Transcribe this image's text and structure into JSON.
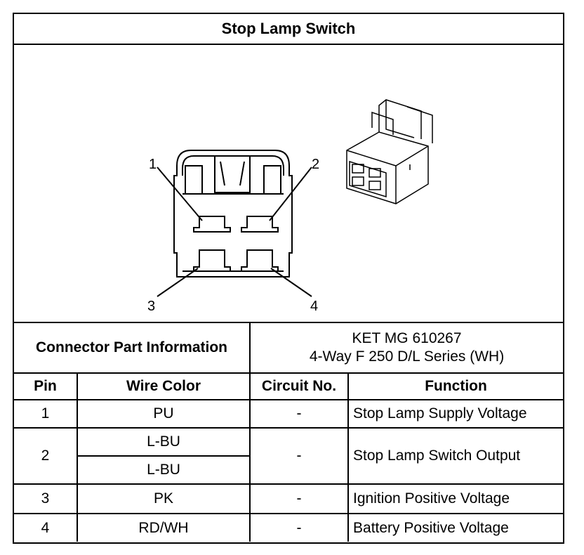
{
  "title": "Stop Lamp Switch",
  "callouts": [
    "1",
    "2",
    "3",
    "4"
  ],
  "connector_info": {
    "label": "Connector Part Information",
    "part_line1": "KET MG 610267",
    "part_line2": "4-Way F 250 D/L Series (WH)"
  },
  "headers": {
    "pin": "Pin",
    "wire_color": "Wire Color",
    "circuit": "Circuit No.",
    "function": "Function"
  },
  "rows": [
    {
      "pin": "1",
      "wires": [
        "PU"
      ],
      "circuit": "-",
      "function": "Stop Lamp Supply Voltage"
    },
    {
      "pin": "2",
      "wires": [
        "L-BU",
        "L-BU"
      ],
      "circuit": "-",
      "function": "Stop Lamp Switch Output"
    },
    {
      "pin": "3",
      "wires": [
        "PK"
      ],
      "circuit": "-",
      "function": "Ignition Positive Voltage"
    },
    {
      "pin": "4",
      "wires": [
        "RD/WH"
      ],
      "circuit": "-",
      "function": "Battery Positive Voltage"
    }
  ]
}
